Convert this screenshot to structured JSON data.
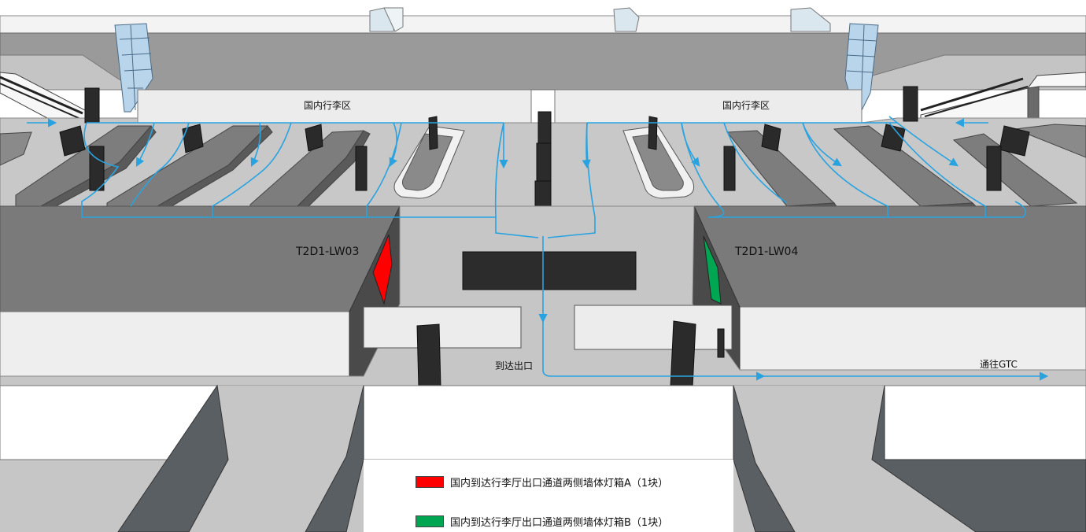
{
  "labels": {
    "zone_left": "国内行李区",
    "zone_right": "国内行李区",
    "code_left": "T2D1-LW03",
    "code_right": "T2D1-LW04",
    "exit": "到达出口",
    "gtc": "通往GTC"
  },
  "legend": [
    {
      "text": "国内到达行李厅出口通道两侧墙体灯箱A（1块）",
      "color": "#ff0000"
    },
    {
      "text": "国内到达行李厅出口通道两侧墙体灯箱B（1块）",
      "color": "#00a651"
    }
  ],
  "colors": {
    "flow": "#29a3e0",
    "floor": "#c6c6c6",
    "wall_dark": "#6e6e6e",
    "wall_mid": "#8c8c8c",
    "wall_light": "#ececec",
    "column": "#2b2b2b",
    "box_a": "#ff0000",
    "box_b": "#00a651"
  }
}
